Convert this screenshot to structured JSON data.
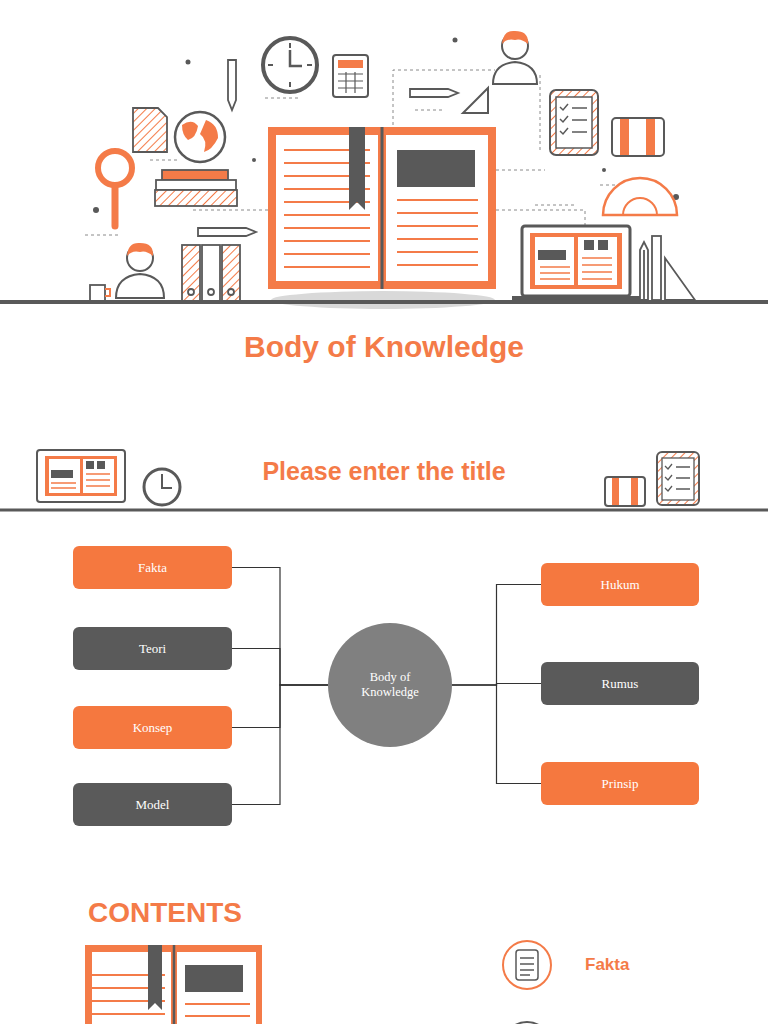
{
  "diagram": {
    "title": "Body of Knowledge",
    "nodes": [
      {
        "text": [
          "Fakta"
        ]
      },
      {
        "text": [
          "Teori"
        ]
      },
      {
        "text": [
          "Konsep"
        ]
      },
      {
        "text": [
          "Model"
        ]
      },
      {
        "text": [
          "Body of Knowledge"
        ]
      },
      {
        "text": [
          "Hukum"
        ]
      },
      {
        "text": [
          "Rumus"
        ]
      },
      {
        "text": [
          "Prinsip"
        ]
      }
    ],
    "edges": [
      {
        "from": 4,
        "to": 0,
        "arrow": "none"
      },
      {
        "from": 4,
        "to": 1,
        "arrow": "none"
      },
      {
        "from": 4,
        "to": 2,
        "arrow": "none"
      },
      {
        "from": 4,
        "to": 3,
        "arrow": "none"
      },
      {
        "from": 4,
        "to": 5,
        "arrow": "none"
      },
      {
        "from": 4,
        "to": 6,
        "arrow": "none"
      },
      {
        "from": 4,
        "to": 7,
        "arrow": "none"
      }
    ],
    "labels": [
      "Please enter the title",
      "CONTENTS",
      "Fakta"
    ]
  }
}
